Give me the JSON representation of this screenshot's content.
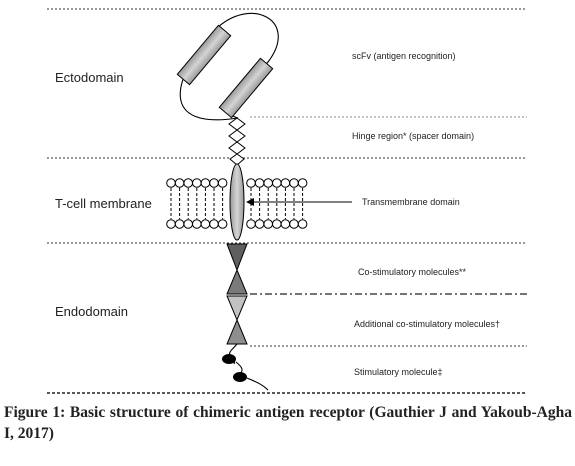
{
  "regions": {
    "ectodomain": "Ectodomain",
    "membrane": "T-cell membrane",
    "endodomain": "Endodomain"
  },
  "labels": {
    "scfv": "scFv (antigen recognition)",
    "hinge": "Hinge region* (spacer domain)",
    "transmembrane": "Transmembrane domain",
    "costim": "Co-stimulatory molecules**",
    "additional_costim": "Additional co-stimulatory molecules†",
    "stimulatory": "Stimulatory molecule‡"
  },
  "caption": "Figure 1: Basic structure of chimeric antigen receptor (Gauthier J and Yakoub-Agha I, 2017)",
  "colors": {
    "domain_fill": "#b5b5b5",
    "triangle_fill": "#5f5f5f",
    "triangle_light": "#c2c2c2",
    "line": "#000000"
  }
}
